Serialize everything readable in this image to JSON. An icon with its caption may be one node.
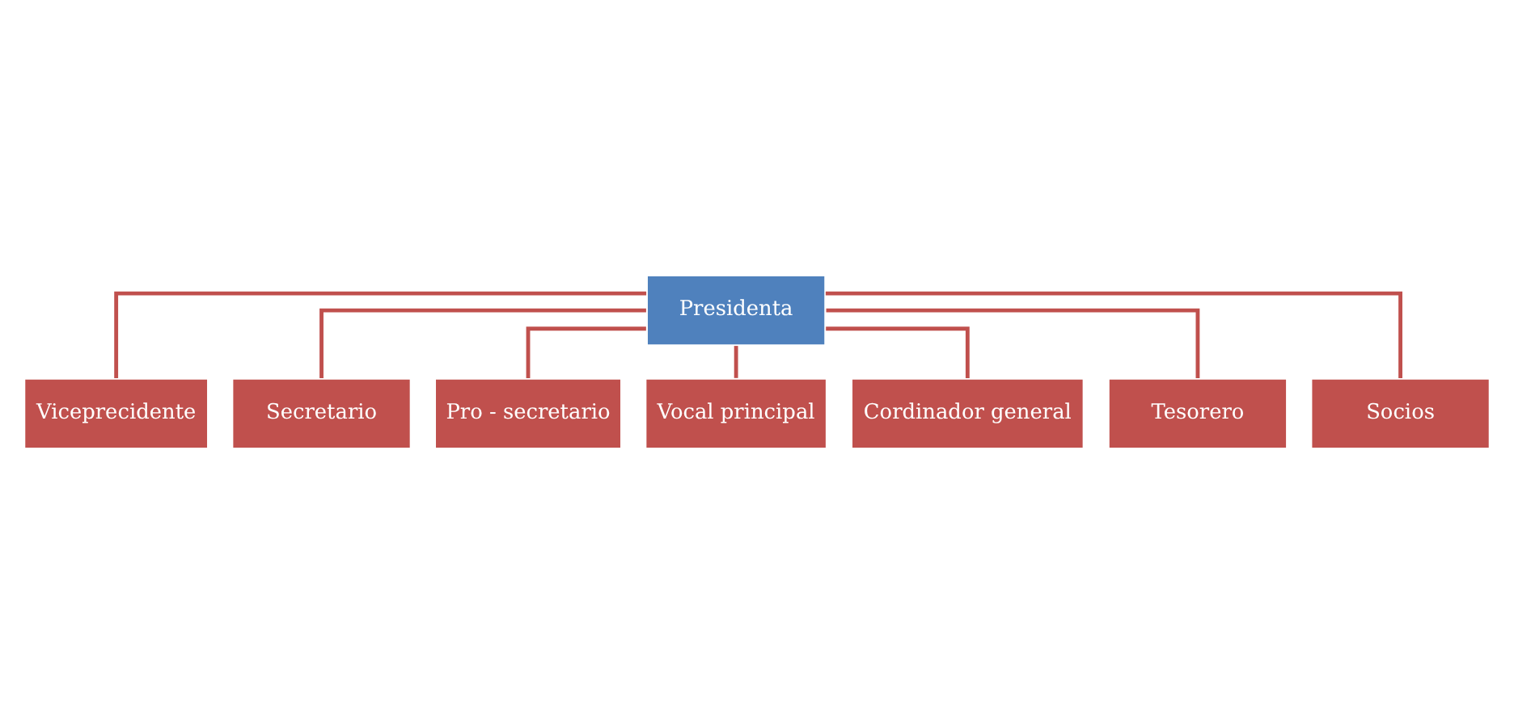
{
  "diagram": {
    "nodes": [
      {
        "text": [
          "Presidenta"
        ]
      },
      {
        "text": [
          "Viceprecidente"
        ]
      },
      {
        "text": [
          "Secretario"
        ]
      },
      {
        "text": [
          "Pro - secretario"
        ]
      },
      {
        "text": [
          "Vocal principal"
        ]
      },
      {
        "text": [
          "Cordinador general"
        ]
      },
      {
        "text": [
          "Tesorero"
        ]
      },
      {
        "text": [
          "Socios"
        ]
      }
    ],
    "edges": [
      {
        "from": 0,
        "to": 1,
        "arrow": "none"
      },
      {
        "from": 0,
        "to": 2,
        "arrow": "none"
      },
      {
        "from": 0,
        "to": 3,
        "arrow": "none"
      },
      {
        "from": 0,
        "to": 4,
        "arrow": "none"
      },
      {
        "from": 0,
        "to": 5,
        "arrow": "none"
      },
      {
        "from": 0,
        "to": 6,
        "arrow": "none"
      },
      {
        "from": 0,
        "to": 7,
        "arrow": "none"
      }
    ]
  }
}
